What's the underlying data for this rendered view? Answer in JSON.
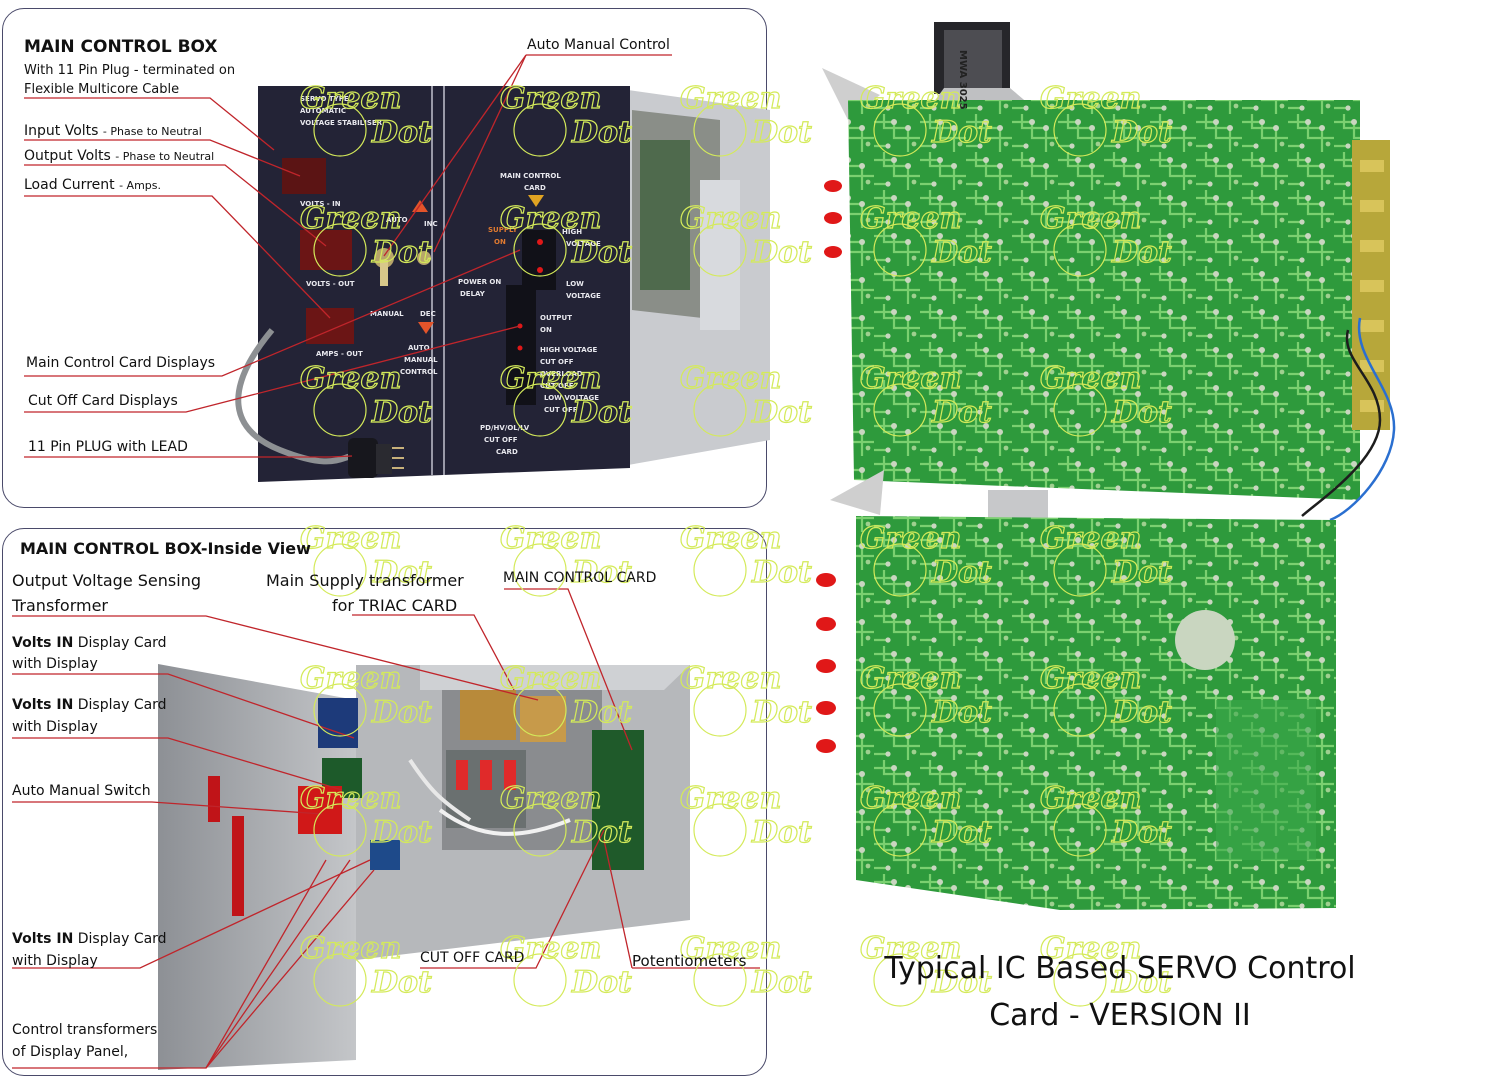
{
  "box_outside": {
    "title": "MAIN CONTROL BOX",
    "subtitle_1": "With 11 Pin Plug - terminated on",
    "subtitle_2": "Flexible Multicore Cable",
    "input_volts": "Input Volts",
    "input_volts_note": "- Phase to Neutral",
    "output_volts": "Output Volts",
    "output_volts_note": "- Phase to Neutral",
    "load_current": "Load Current",
    "load_current_note": "- Amps.",
    "auto_manual_control": "Auto Manual Control",
    "main_control_card_displays": "Main Control Card Displays",
    "cut_off_card_displays": "Cut Off Card Displays",
    "pin_plug": "11 Pin PLUG with LEAD",
    "front_panel": {
      "servo_type_1": "SERVO TYPE",
      "servo_type_2": "AUTOMATIC",
      "servo_type_3": "VOLTAGE STABILISER",
      "volts_in": "VOLTS - IN",
      "volts_out": "VOLTS - OUT",
      "auto": "AUTO",
      "inc": "INC",
      "manual": "MANUAL",
      "dec": "DEC",
      "amps_out": "AMPS - OUT",
      "auto_manual_1": "AUTO",
      "auto_manual_2": "MANUAL",
      "auto_manual_3": "CONTROL",
      "main_control_1": "MAIN CONTROL",
      "main_control_2": "CARD",
      "supply": "SUPPLY",
      "on": "ON",
      "high": "HIGH",
      "voltage": "VOLTAGE",
      "low": "LOW",
      "low_voltage": "VOLTAGE",
      "power_on_1": "POWER ON",
      "power_on_2": "DELAY",
      "output_1": "OUTPUT",
      "output_2": "ON",
      "hv_cut_1": "HIGH VOLTAGE",
      "hv_cut_2": "CUT OFF",
      "overload_1": "OVERLOAD",
      "overload_2": "CUT OFF",
      "lv_cut_1": "LOW VOLTAGE",
      "lv_cut_2": "CUT OFF",
      "pd_1": "PD/HV/OL/LV",
      "pd_2": "CUT OFF",
      "pd_3": "CARD"
    }
  },
  "box_inside": {
    "title": "MAIN CONTROL BOX-Inside View",
    "output_sensing_1": "Output Voltage Sensing",
    "output_sensing_2": "Transformer",
    "main_supply_1": "Main Supply transformer",
    "main_supply_2": "for TRIAC CARD",
    "main_control_card": "MAIN CONTROL CARD",
    "volts_in_bold": "Volts IN",
    "display_card": "Display Card",
    "with_display": "with Display",
    "auto_manual_switch": "Auto Manual Switch",
    "cut_off_card": "CUT OFF CARD",
    "potentiometers": "Potentiometers",
    "control_tf_1": "Control transformers",
    "control_tf_2": "of Display Panel,"
  },
  "pcb": {
    "ribbon_label": "MWA 3025",
    "caption_1": "Typical IC  Based SERVO Control",
    "caption_2": "Card - VERSION II"
  },
  "watermark": {
    "word_1": "Green",
    "word_2": "Dot"
  },
  "colors": {
    "leader_line": "#c0252b",
    "panel_border": "#4a4a6a",
    "pcb_green": "#2e9a3c",
    "pcb_trace": "#7bd070",
    "front_panel": "#232336",
    "watermark": "#d4ea5a",
    "led_red": "#e01818"
  }
}
